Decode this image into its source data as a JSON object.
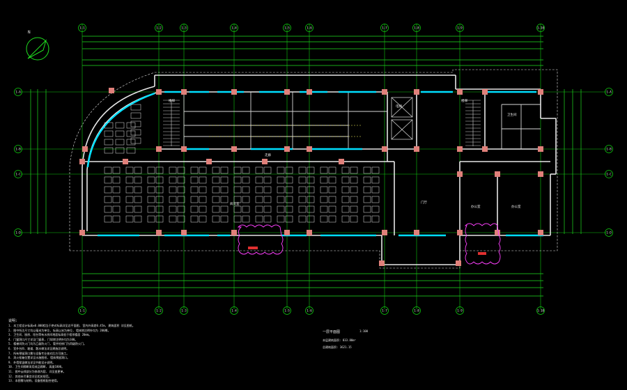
{
  "colors": {
    "background": "#000000",
    "grid_line": "#10c810",
    "wall": "#e6e6e6",
    "column": "#e0807a",
    "window": "#00e0ff",
    "furniture": "#e8e8e8",
    "dimension": "#20e020",
    "revision_cloud": "#ff40ff",
    "stair": "#d0d0d0",
    "dashed": "#ffff60"
  },
  "axes": {
    "top": [
      "1-1",
      "1-2",
      "1-3",
      "1-4",
      "1-5",
      "1-6",
      "1-7",
      "1-8",
      "1-9",
      "1-10"
    ],
    "bottom": [
      "1-1",
      "1-2",
      "1-3",
      "1-4",
      "1-5",
      "1-6",
      "1-7",
      "1-8",
      "1-9",
      "1-10"
    ],
    "left": [
      "1-A",
      "1-B",
      "1-C",
      "1-D"
    ],
    "right": [
      "1-A",
      "1-B",
      "1-C",
      "1-D"
    ]
  },
  "drawing": {
    "north_label": "N",
    "plan_title": "一层平面图",
    "plan_scale": "1:100",
    "area_line_1": "本层建筑面积: 833.80m²",
    "area_line_2": "总建筑面积: 3621.15"
  },
  "notes": {
    "title": "说明:",
    "lines": [
      "1. 本工程设计标高±0.000相当于绝对标高详见总平面图, 室内外高差0.45m, 建筑面积 详见图纸。",
      "2. 图中所注尺寸均以毫米为单位, 标高以米为单位, 墙体除注明外均为 200厚。",
      "3. 卫生间、厨房、阳台等有水房间地面标高低于相邻楼面 20mm。",
      "4. 门窗洞口尺寸详见门窗表, 门垛除注明外均为100。",
      "5. 楼梯间防火门均为乙级防火门, 管井检修门为丙级防火门。",
      "6. 室外台阶、坡道、散水做法详见建施总说明。",
      "7. 所有预留洞口需与设备专业核对后方可施工。",
      "8. 消火栓箱位置详见水施图纸, 墙体预留洞口。",
      "9. 外墙保温做法详见节能设计说明。",
      "10. 卫生间隔断采用成品隔断, 高度1800。",
      "11. 图中云线部分为修改内容, 详见变更单。",
      "12. 其他未尽事宜详见相关规范。",
      "13. 本图需与结构、设备图纸配合使用。"
    ]
  },
  "rooms": {
    "classroom": "阅览室",
    "office_1": "办公室",
    "office_2": "办公室",
    "hall": "门厅",
    "stair_1": "楼梯",
    "stair_2": "楼梯",
    "elevator": "电梯",
    "toilet": "卫生间",
    "corridor": "走廊"
  }
}
